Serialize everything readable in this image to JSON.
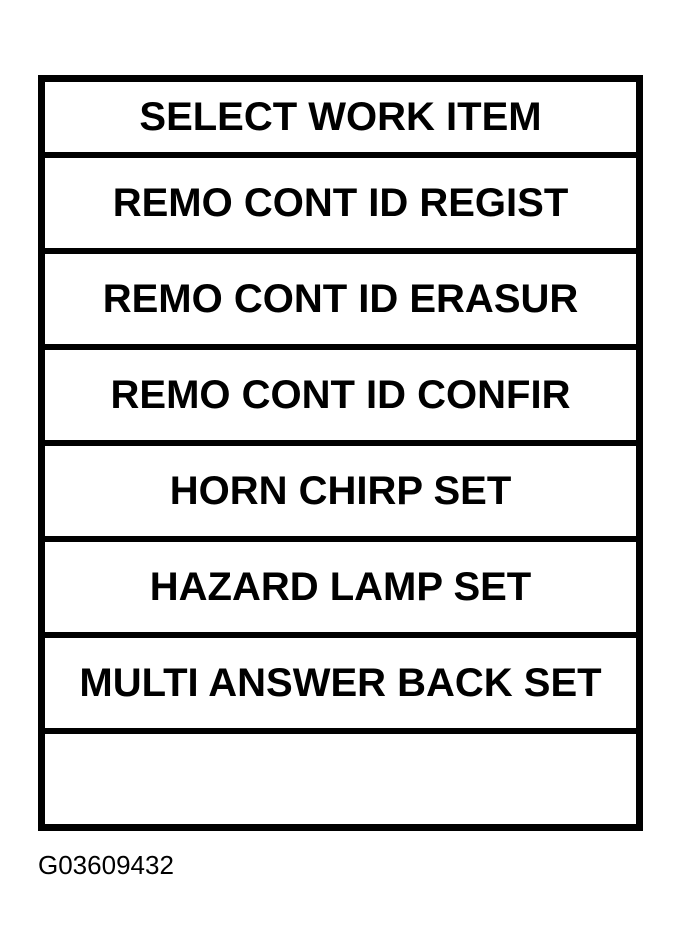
{
  "menu": {
    "header": "SELECT WORK ITEM",
    "items": [
      "REMO CONT ID REGIST",
      "REMO CONT ID ERASUR",
      "REMO CONT ID CONFIR",
      "HORN CHIRP SET",
      "HAZARD LAMP SET",
      "MULTI ANSWER BACK SET"
    ]
  },
  "figure_id": "G03609432",
  "colors": {
    "foreground": "#000000",
    "background": "#ffffff"
  }
}
